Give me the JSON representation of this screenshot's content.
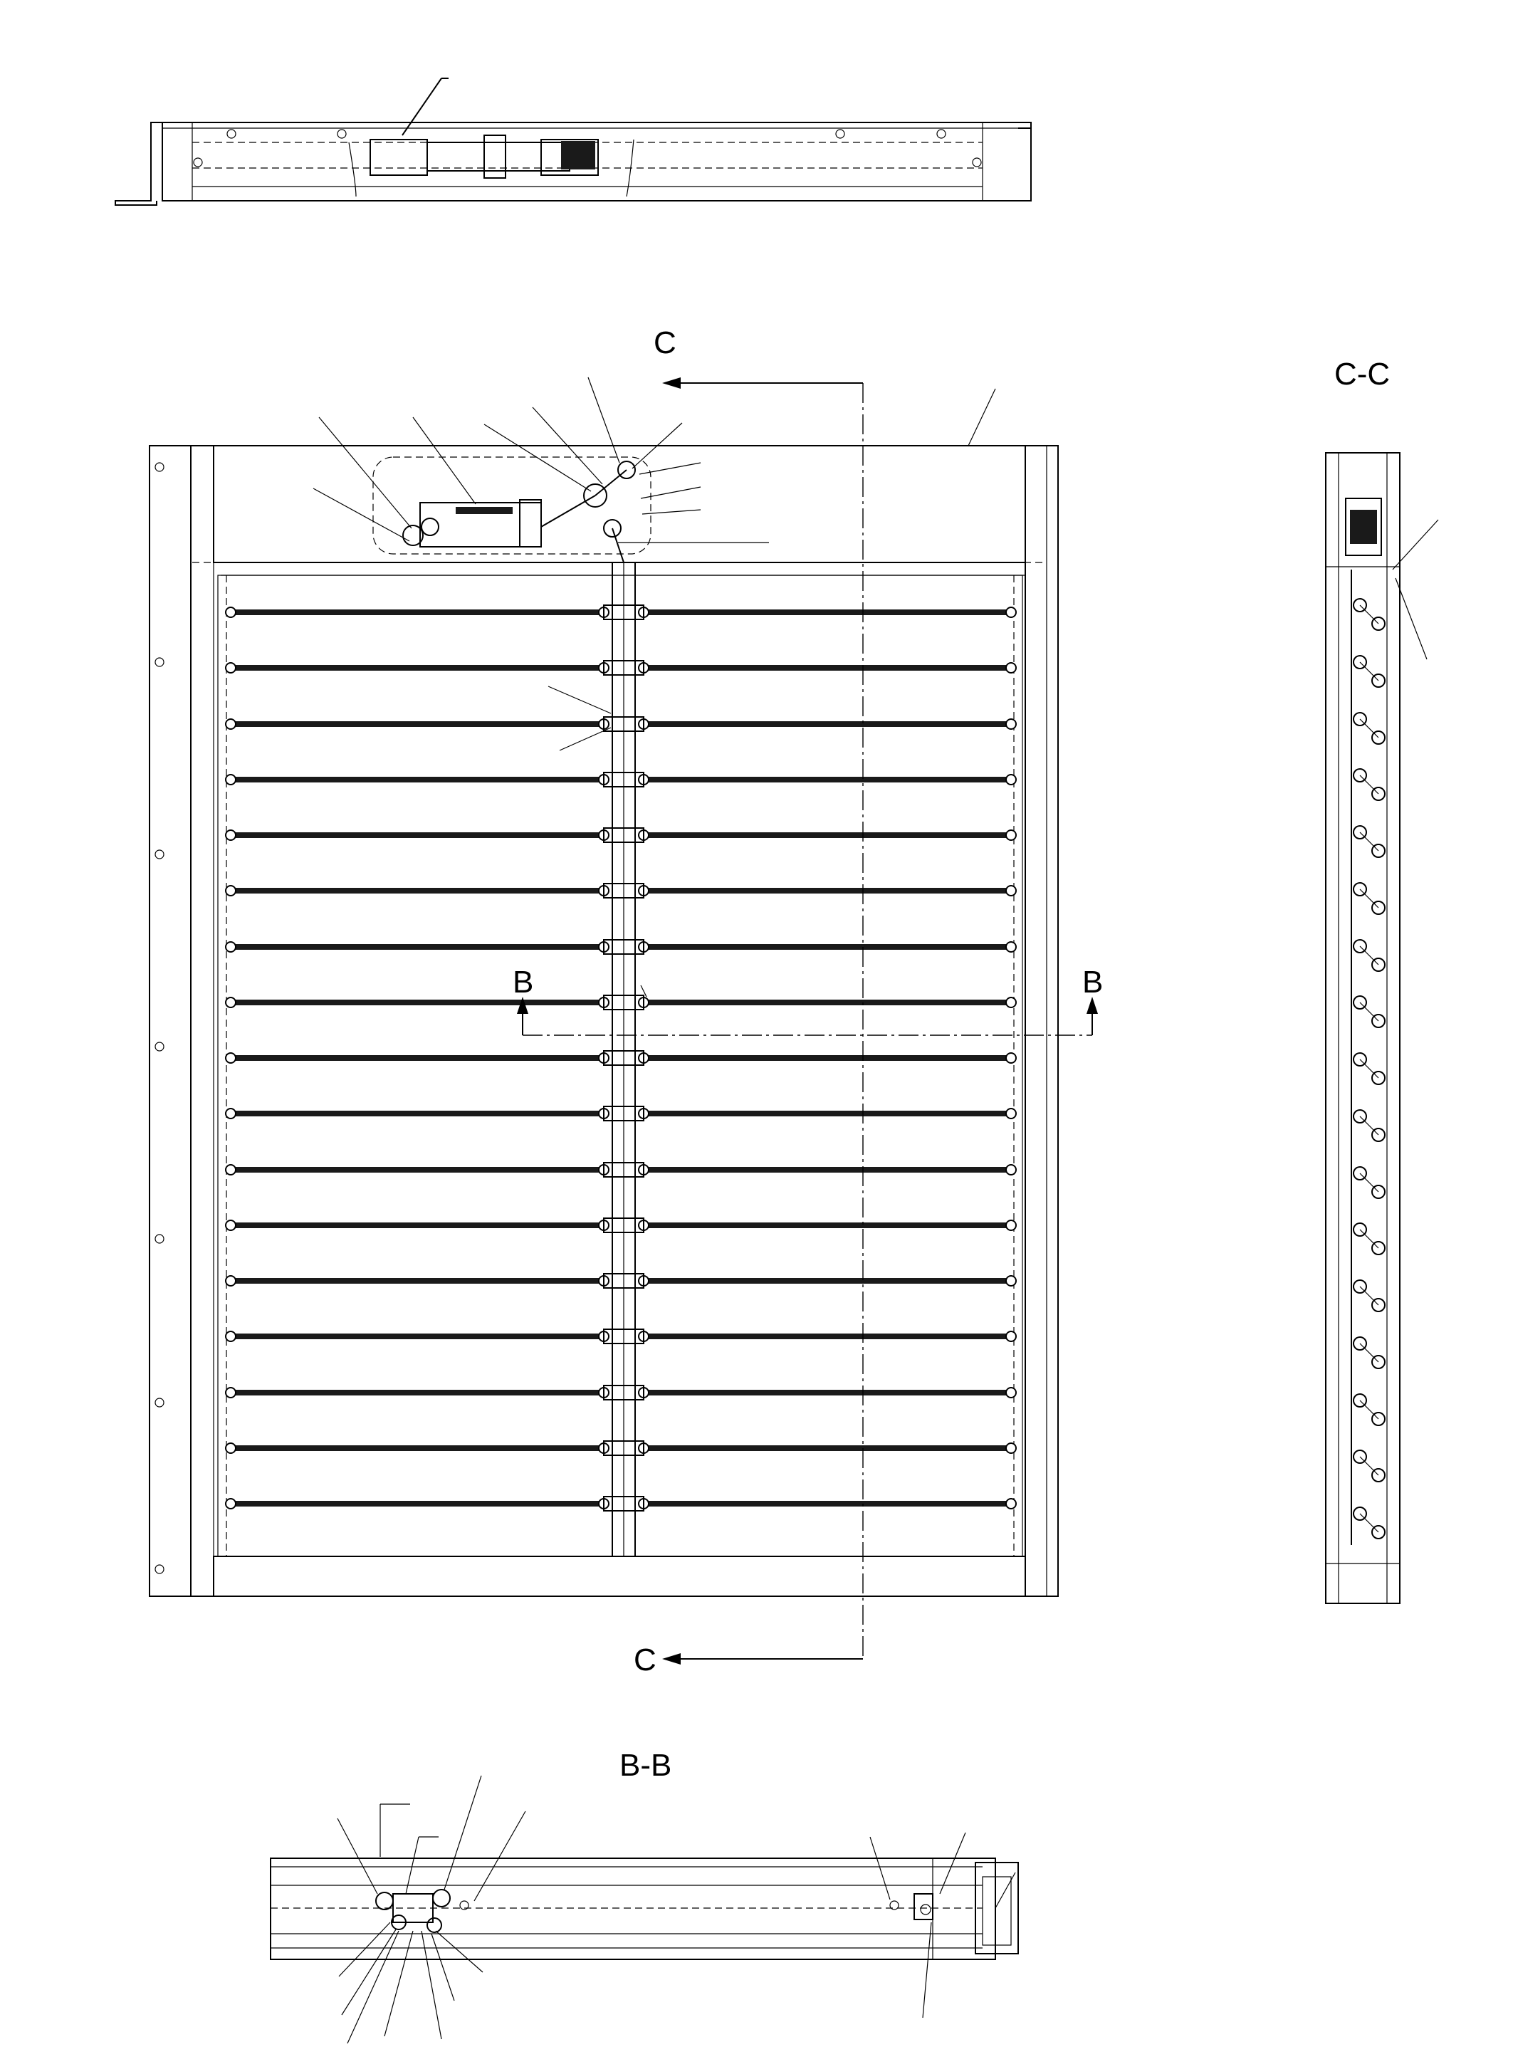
{
  "drawing": {
    "section_markers": {
      "c_top": "C",
      "c_bottom": "C",
      "b_left": "B",
      "b_right": "B"
    },
    "view_titles": {
      "section_c": "C-C",
      "section_b": "B-B"
    },
    "front_view": {
      "blade_rows": 17
    },
    "side_view": {
      "linkage_count": 17
    }
  }
}
